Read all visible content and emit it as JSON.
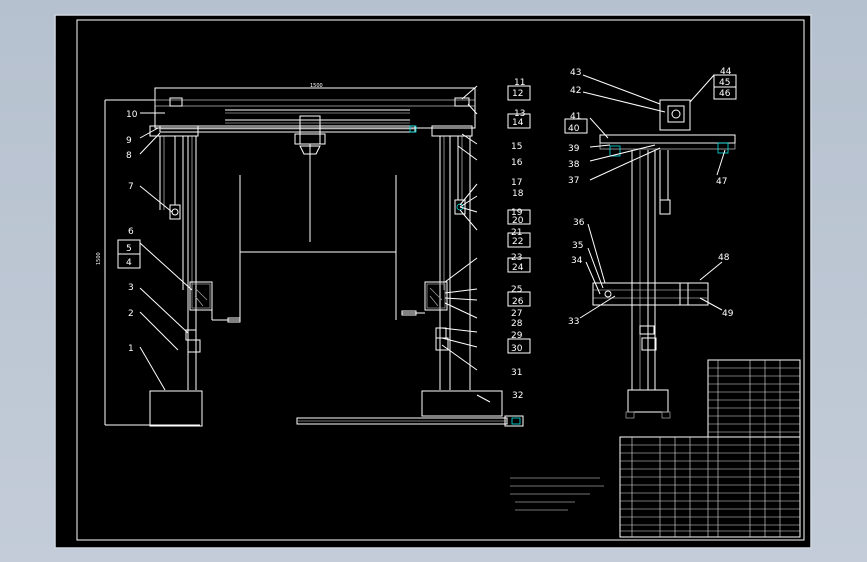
{
  "drawing": {
    "labels_left": [
      "1",
      "2",
      "3",
      "4",
      "5",
      "6",
      "7",
      "8",
      "9",
      "10"
    ],
    "labels_top_right": [
      "11",
      "12",
      "13",
      "14",
      "15",
      "16",
      "17",
      "18",
      "19",
      "20",
      "21",
      "22",
      "23",
      "24",
      "25",
      "26",
      "27",
      "28",
      "29",
      "30",
      "31",
      "32"
    ],
    "labels_side_view": [
      "33",
      "34",
      "35",
      "36",
      "37",
      "38",
      "39",
      "40",
      "41",
      "42",
      "43",
      "44",
      "45",
      "46",
      "47",
      "48",
      "49"
    ],
    "dim_top": "1500",
    "dim_left": "1500"
  },
  "colors": {
    "sheet": "#000000",
    "lines": "#ffffff",
    "accent_cyan": "#00e5e5",
    "background": "#b9c4d2"
  }
}
